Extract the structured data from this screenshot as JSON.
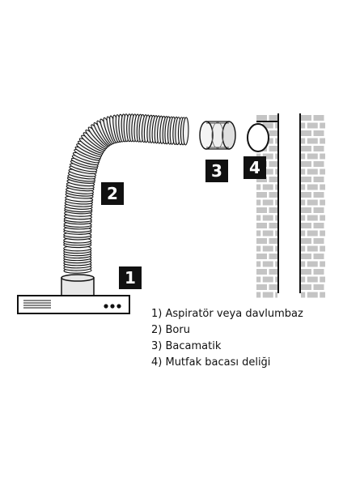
{
  "badges": {
    "hood": "1",
    "pipe": "2",
    "damper": "3",
    "chimney": "4"
  },
  "legend": [
    "1) Aspiratör veya davlumbaz",
    "2) Boru",
    "3) Bacamatik",
    "4) Mutfak bacası deliği"
  ],
  "colors": {
    "ink": "#111111",
    "brick": "#c4c4c4",
    "pipe_fill": "#e8e8e8",
    "background": "#ffffff"
  },
  "icons": [
    "range-hood-icon",
    "flexible-duct-icon",
    "check-valve-icon",
    "chimney-hole-icon"
  ]
}
